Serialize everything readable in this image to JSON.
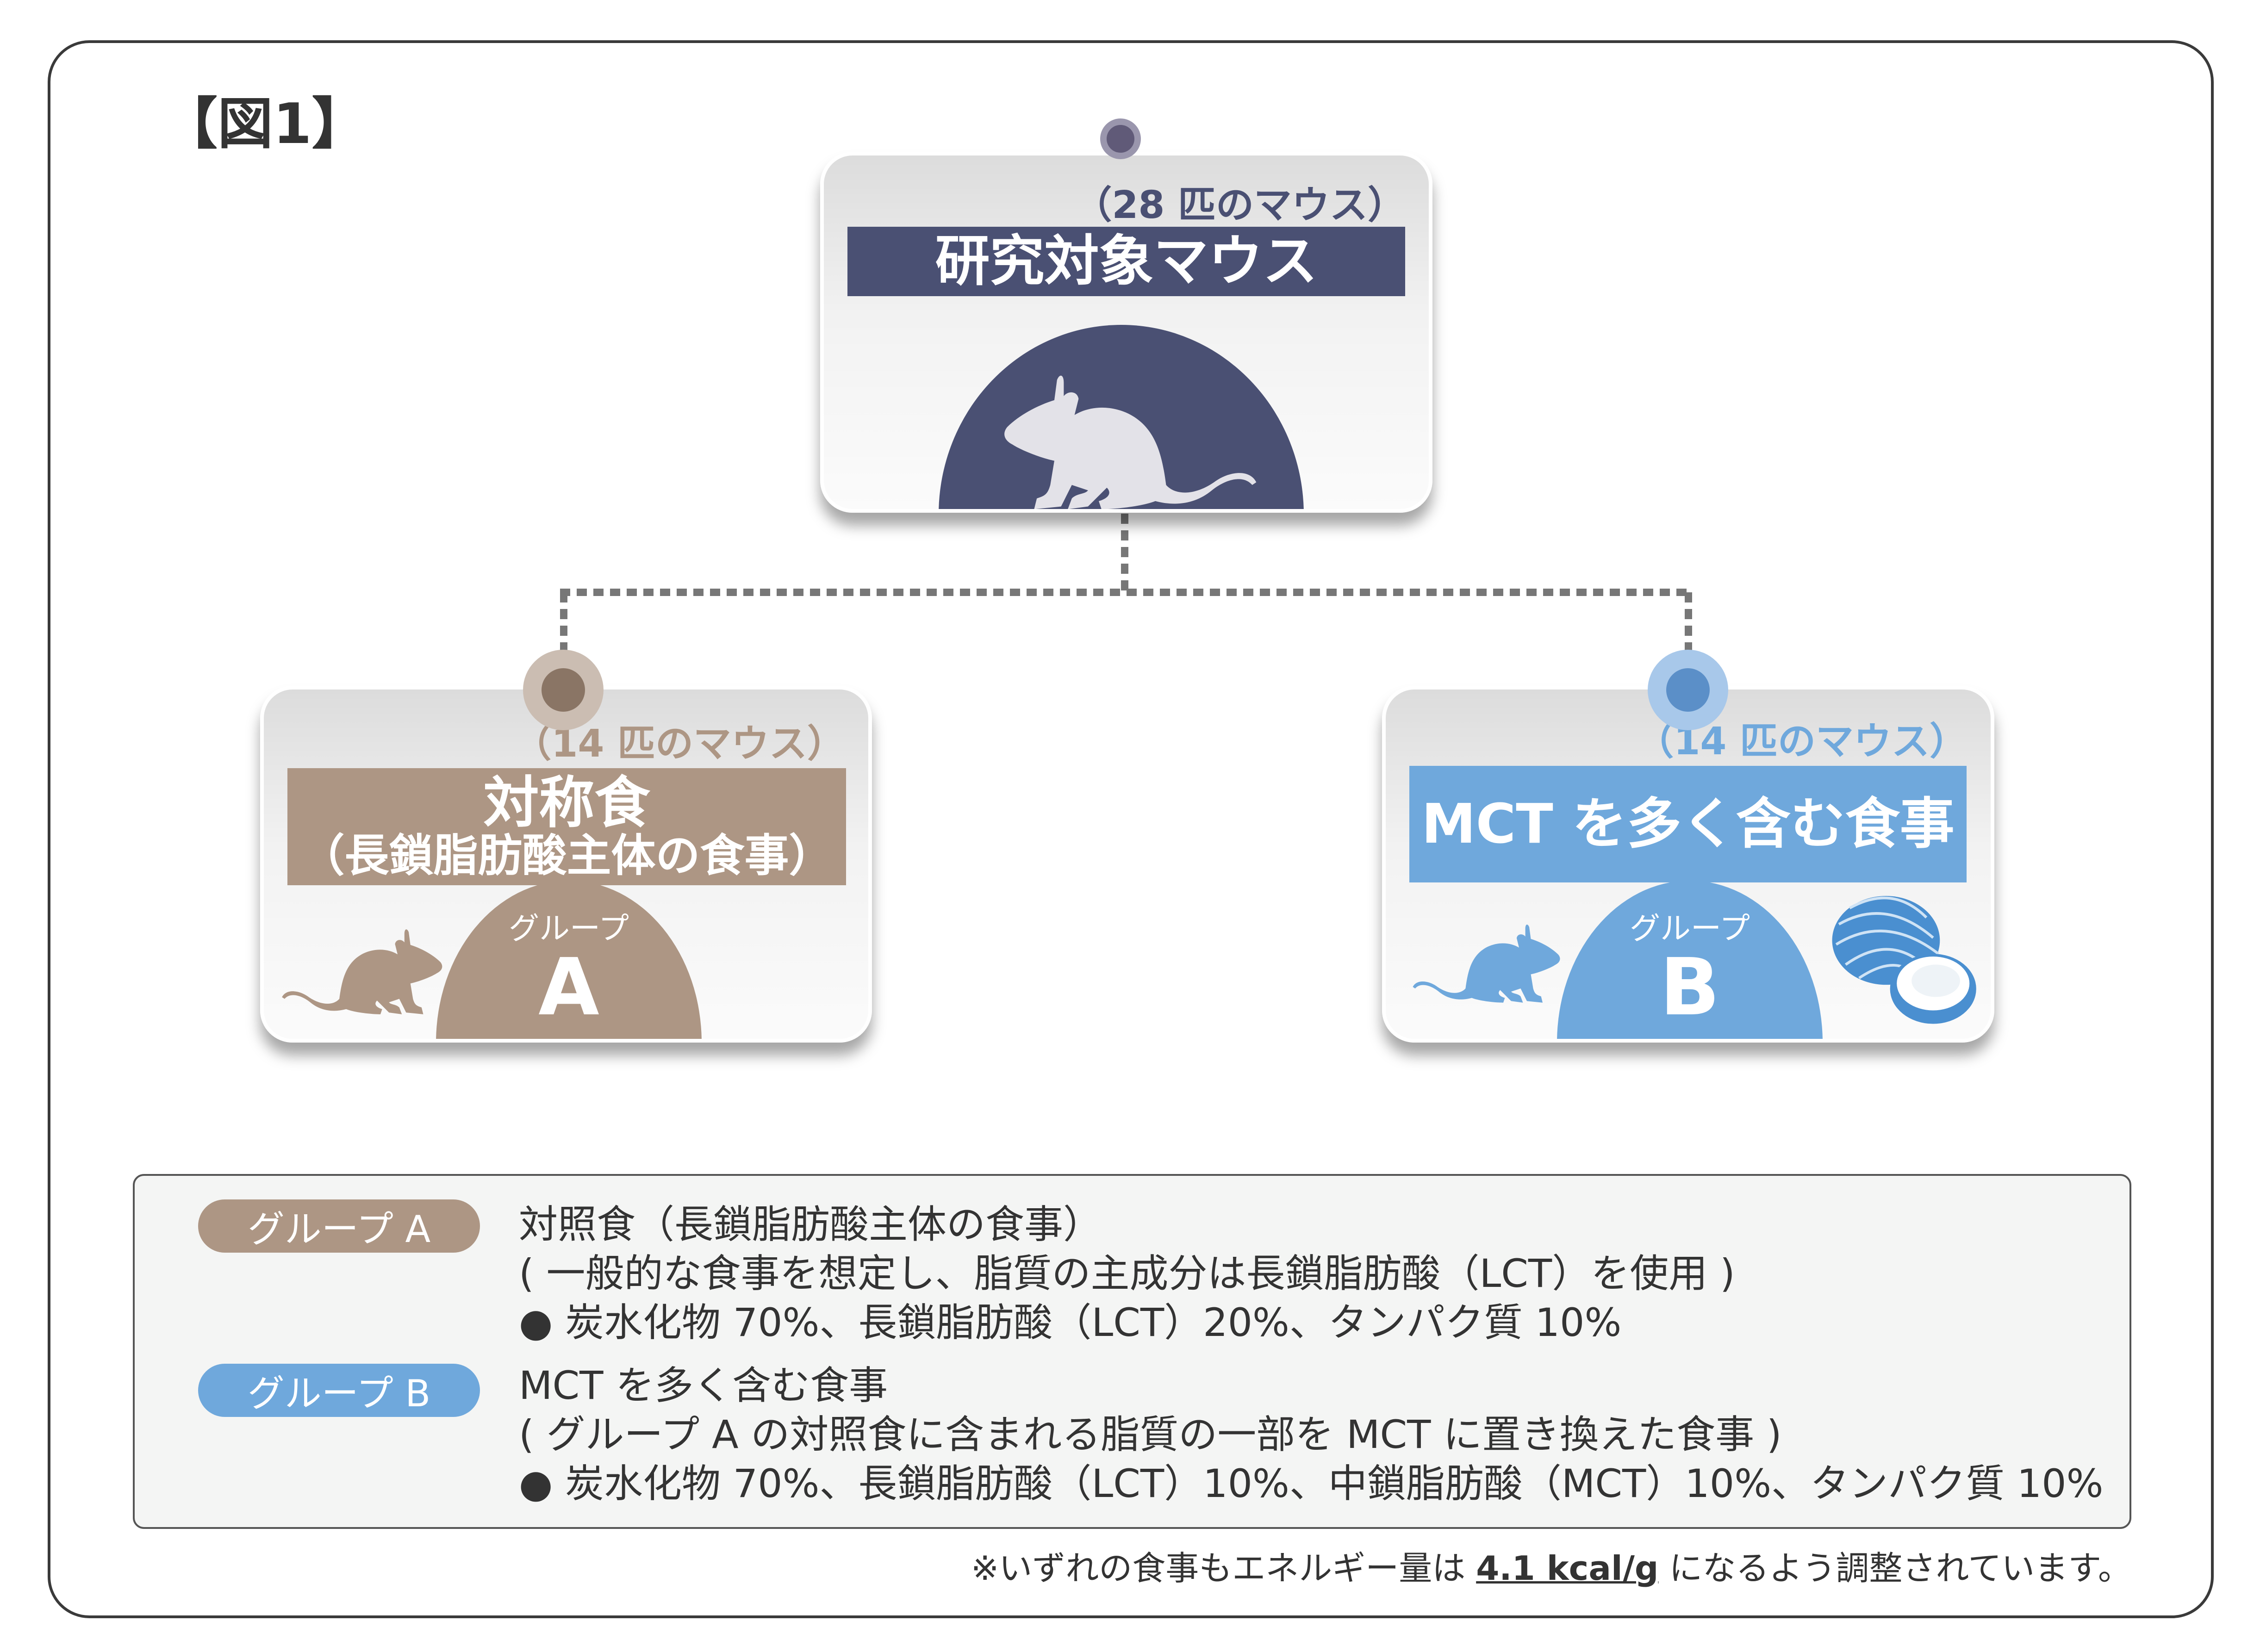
{
  "figure_label": "【図1】",
  "colors": {
    "navy": "#4a5073",
    "tan": "#ad9684",
    "blue": "#6fa8dc"
  },
  "top_card": {
    "count": "（28 匹のマウス）",
    "title": "研究対象マウス",
    "icon": "mouse-icon"
  },
  "group_a_card": {
    "count": "（14 匹のマウス）",
    "title": "対称食",
    "subtitle": "（長鎖脂肪酸主体の食事）",
    "group_label": "グループ",
    "group_letter": "A",
    "icon": "mouse-icon"
  },
  "group_b_card": {
    "count": "（14 匹のマウス）",
    "title": "MCT を多く含む食事",
    "group_label": "グループ",
    "group_letter": "B",
    "icon": "mouse-icon",
    "extra_icon": "coconut-icon"
  },
  "legend": {
    "group_a": {
      "badge": "グループ A",
      "lines": [
        "対照食（長鎖脂肪酸主体の食事）",
        "( 一般的な食事を想定し、脂質の主成分は長鎖脂肪酸（LCT）を使用 )",
        "● 炭水化物 70%、長鎖脂肪酸（LCT）20%、タンパク質 10%"
      ]
    },
    "group_b": {
      "badge": "グループ B",
      "lines": [
        "MCT を多く含む食事",
        "( グループ A の対照食に含まれる脂質の一部を MCT に置き換えた食事 )",
        "● 炭水化物 70%、長鎖脂肪酸（LCT）10%、中鎖脂肪酸（MCT）10%、タンパク質 10%"
      ]
    }
  },
  "footnote": {
    "before": "※いずれの食事もエネルギー量は ",
    "highlight": "4.1 kcal/g",
    "after": " になるよう調整されています。"
  }
}
